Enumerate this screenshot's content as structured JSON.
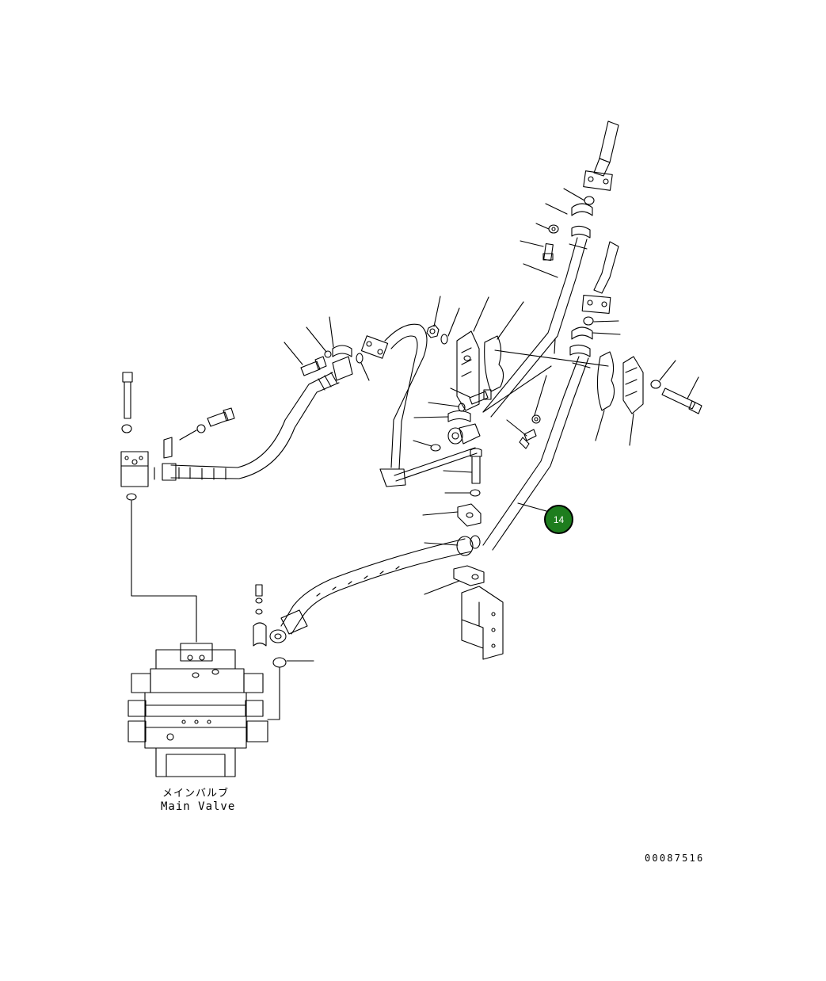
{
  "diagram": {
    "main_valve_label_jp": "メインバルブ",
    "main_valve_label_en": "Main Valve",
    "drawing_number": "00087516",
    "callouts": [
      {
        "number": "14",
        "color": "#1e7d1e",
        "text_color": "#ffffff"
      }
    ]
  }
}
